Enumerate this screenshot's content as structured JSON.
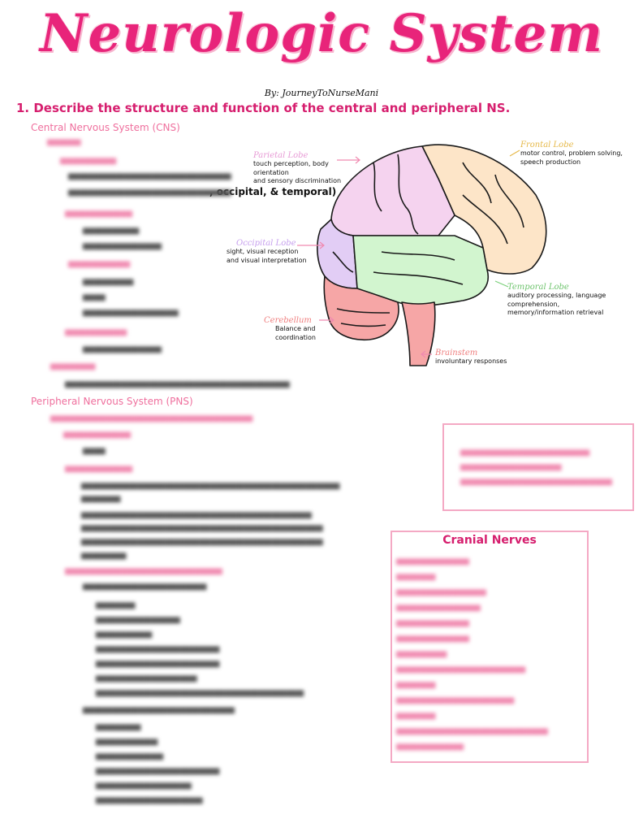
{
  "title": "Neurologic System",
  "byline": "By: JourneyToNurseMani",
  "question": "1. Describe the structure and function of the central and peripheral NS.",
  "cns_heading": "Central Nervous System (CNS)",
  "pns_heading": "Peripheral Nervous System (PNS)",
  "visible_fragment": ", occipital, & temporal)",
  "brain": {
    "parietal": {
      "label": "Parietal Lobe",
      "desc": [
        "touch perception, body",
        "orientation",
        "and sensory discrimination"
      ]
    },
    "frontal": {
      "label": "Frontal Lobe",
      "desc": [
        "motor control, problem solving,",
        "speech production"
      ]
    },
    "occipital": {
      "label": "Occipital Lobe",
      "desc": [
        "sight, visual reception",
        "and visual interpretation"
      ]
    },
    "temporal": {
      "label": "Temporal Lobe",
      "desc": [
        "auditory processing, language",
        "comprehension,",
        "memory/information retrieval"
      ]
    },
    "cerebellum": {
      "label": "Cerebellum",
      "desc": [
        "Balance and",
        "coordination"
      ]
    },
    "brainstem": {
      "label": "Brainstem",
      "desc": [
        "involuntary responses"
      ]
    }
  },
  "cranial_title": "Cranial Nerves",
  "colors": {
    "title": "#e8247a",
    "accent": "#d61e6e",
    "heading": "#ef6f9d",
    "parietal": "#f5d3ef",
    "frontal": "#fde5c8",
    "occipital": "#e2cdf5",
    "temporal": "#d2f5cf",
    "cerebellum": "#f6a6a6",
    "brainstem": "#f6a6a6"
  }
}
